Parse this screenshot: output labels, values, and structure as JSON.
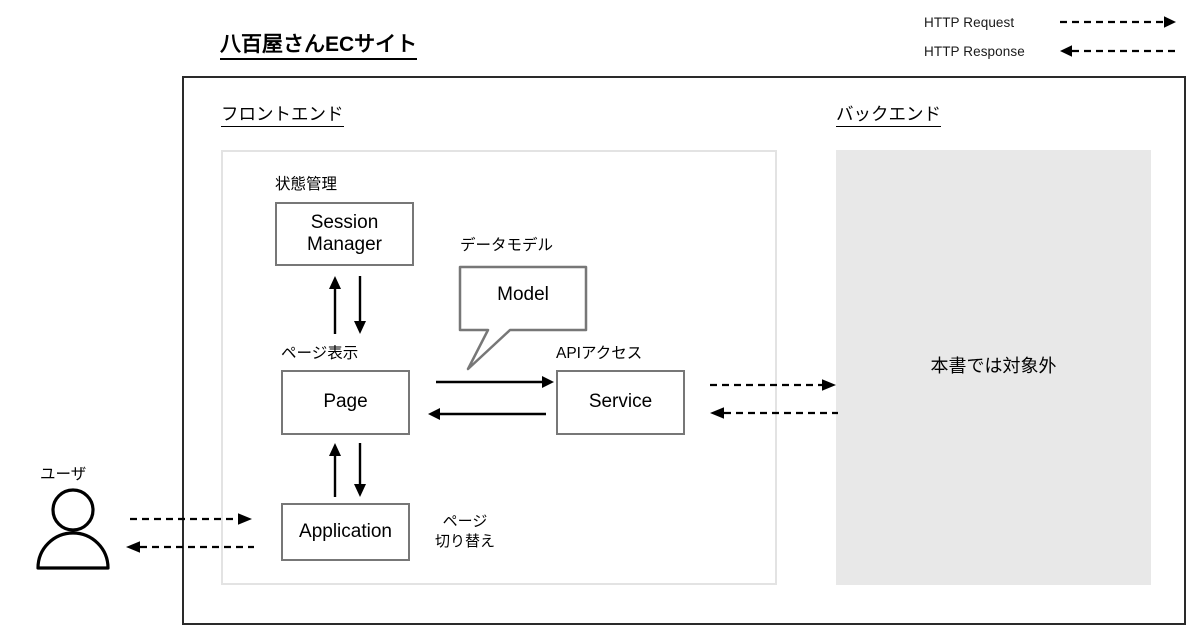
{
  "legend": {
    "items": [
      {
        "label": "HTTP Request",
        "direction": "right",
        "style": "dashed"
      },
      {
        "label": "HTTP Response",
        "direction": "left",
        "style": "dashed"
      }
    ]
  },
  "diagram": {
    "title": "八百屋さんECサイト",
    "sections": {
      "frontend": {
        "title": "フロントエンド"
      },
      "backend": {
        "title": "バックエンド",
        "note": "本書では対象外",
        "fill": "#e8e8e8"
      }
    },
    "actor": {
      "label": "ユーザ",
      "icon": "user-icon"
    },
    "nodes": [
      {
        "id": "session-manager",
        "label": "Session\nManager",
        "caption": "状態管理"
      },
      {
        "id": "model",
        "label": "Model",
        "caption": "データモデル",
        "shape": "speech-bubble"
      },
      {
        "id": "page",
        "label": "Page",
        "caption": "ページ表示"
      },
      {
        "id": "service",
        "label": "Service",
        "caption": "APIアクセス"
      },
      {
        "id": "application",
        "label": "Application",
        "side_caption": "ページ\n切り替え"
      }
    ],
    "colors": {
      "node_border": "#777777",
      "outer_border": "#2a2a2a",
      "frontend_border": "#e3e3e3",
      "backend_fill": "#e8e8e8",
      "stroke": "#000000"
    }
  }
}
